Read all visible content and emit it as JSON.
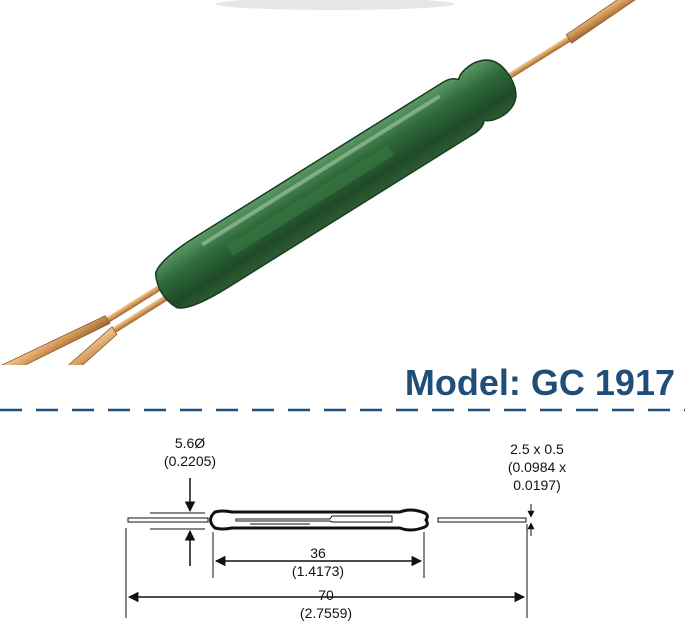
{
  "model": {
    "label": "Model: GC 1917",
    "color": "#1f4e79"
  },
  "photo": {
    "glass_color": "#2f6b3a",
    "lead_color": "#d49a5a"
  },
  "dimensions": {
    "diameter_mm": "5.6Ø",
    "diameter_in": "(0.2205)",
    "lead_size_mm": "2.5 x 0.5",
    "lead_size_in_1": "(0.0984 x",
    "lead_size_in_2": "0.0197)",
    "glass_length_mm": "36",
    "glass_length_in": "(1.4173)",
    "overall_length_mm": "70",
    "overall_length_in": "(2.7559)"
  }
}
